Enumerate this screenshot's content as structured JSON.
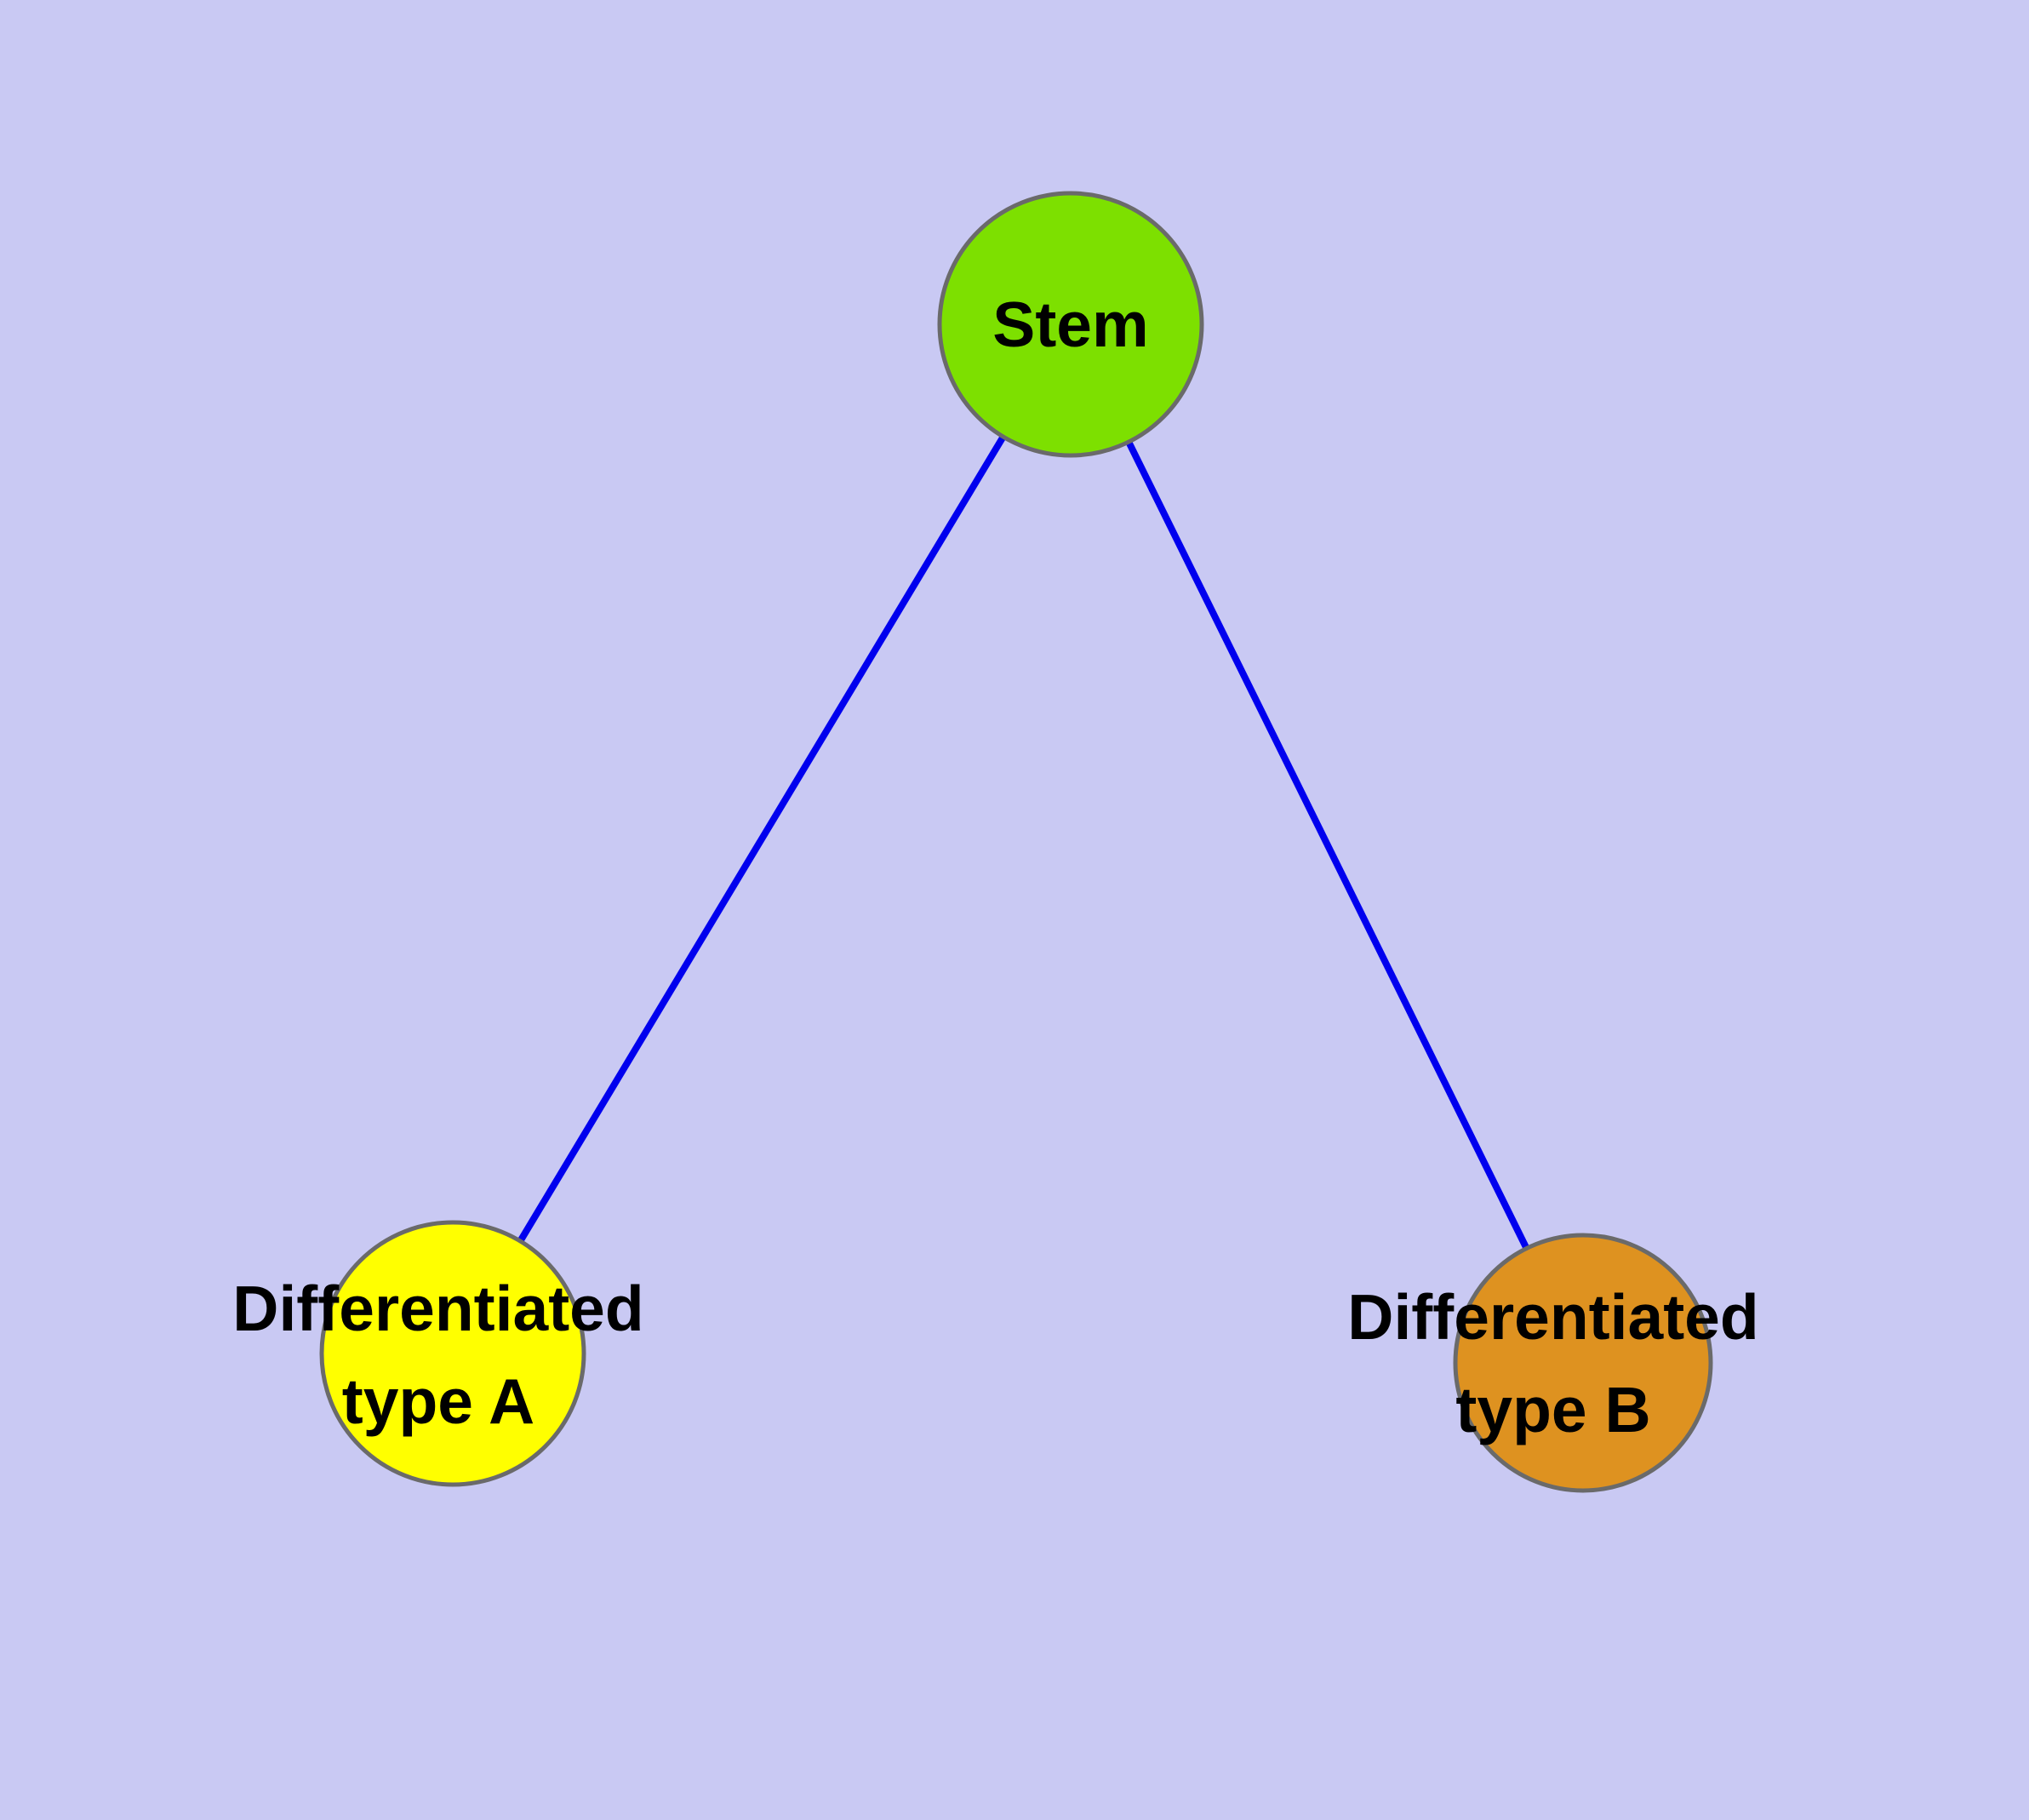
{
  "colors": {
    "background": "#c9c9f3",
    "edge": "#0000ee",
    "node_border": "#6a6a6a",
    "label_text": "#000000"
  },
  "nodes": {
    "stem": {
      "label": "Stem",
      "color": "#7de000"
    },
    "type_a": {
      "label_lines": [
        "Differentiated",
        "type A"
      ],
      "color": "#ffff00"
    },
    "type_b": {
      "label_lines": [
        "Differentiated",
        "type B"
      ],
      "color": "#de9220"
    }
  },
  "edges": [
    {
      "from": "Stem",
      "to": "Differentiated type A"
    },
    {
      "from": "Stem",
      "to": "Differentiated type B"
    }
  ]
}
